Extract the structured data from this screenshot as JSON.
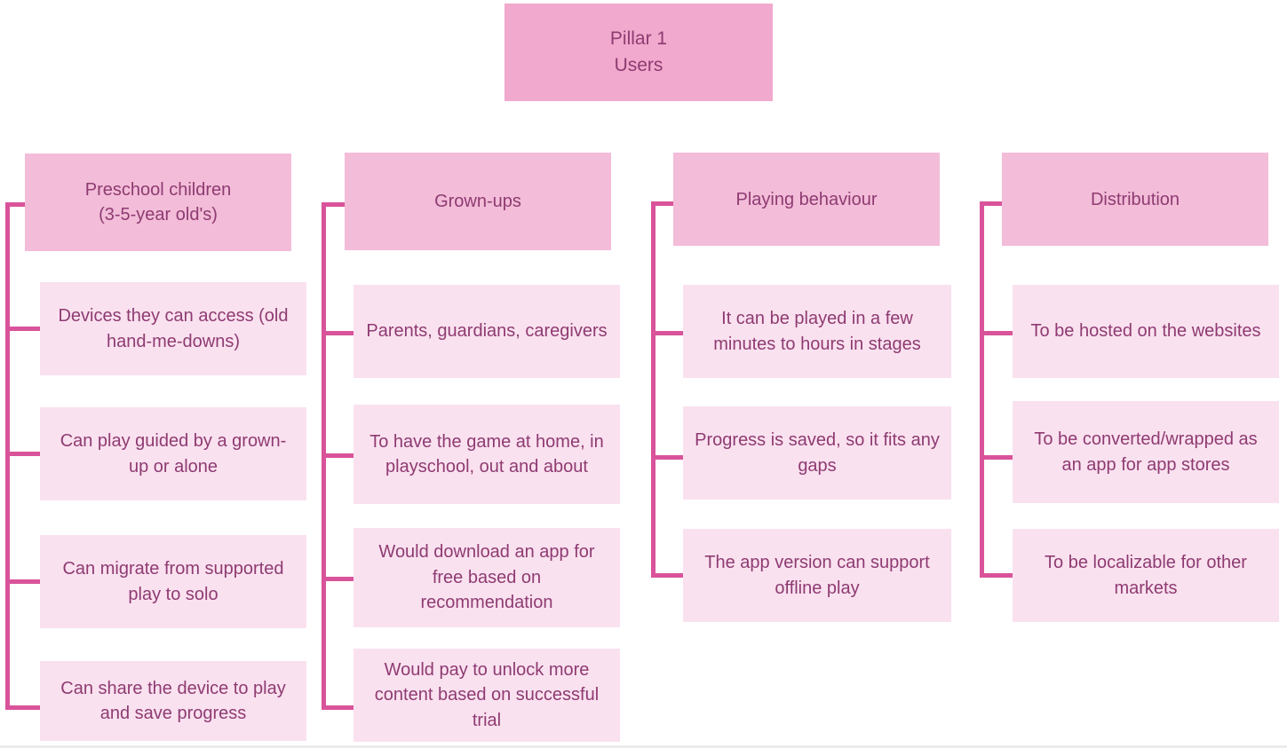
{
  "diagram": {
    "root": {
      "title": "Pillar 1",
      "subtitle": "Users"
    },
    "columns": [
      {
        "header": {
          "line1": "Preschool children",
          "line2": "(3-5-year old's)"
        },
        "children": [
          "Devices they can access (old hand-me-downs)",
          "Can play guided by a grown-up or alone",
          "Can migrate from supported play to solo",
          "Can share the device to play and save progress"
        ]
      },
      {
        "header": {
          "line1": "Grown-ups",
          "line2": ""
        },
        "children": [
          "Parents, guardians, caregivers",
          "To have the game at home, in playschool, out and about",
          "Would download an app for free based on recommendation",
          "Would pay to unlock more content based on successful trial"
        ]
      },
      {
        "header": {
          "line1": "Playing behaviour",
          "line2": ""
        },
        "children": [
          "It can be played in a few minutes to hours in stages",
          "Progress is saved, so it fits any gaps",
          "The app version can support offline play"
        ]
      },
      {
        "header": {
          "line1": "Distribution",
          "line2": ""
        },
        "children": [
          "To be hosted on the websites",
          "To be converted/wrapped as an app for app stores",
          "To be localizable for other markets"
        ]
      }
    ],
    "colors": {
      "root_fill": "#f1a9cd",
      "header_fill": "#f3bcd8",
      "child_fill": "#fae1ef",
      "connector": "#d9539a",
      "text": "#8e3b72",
      "background": "#ffffff"
    }
  }
}
